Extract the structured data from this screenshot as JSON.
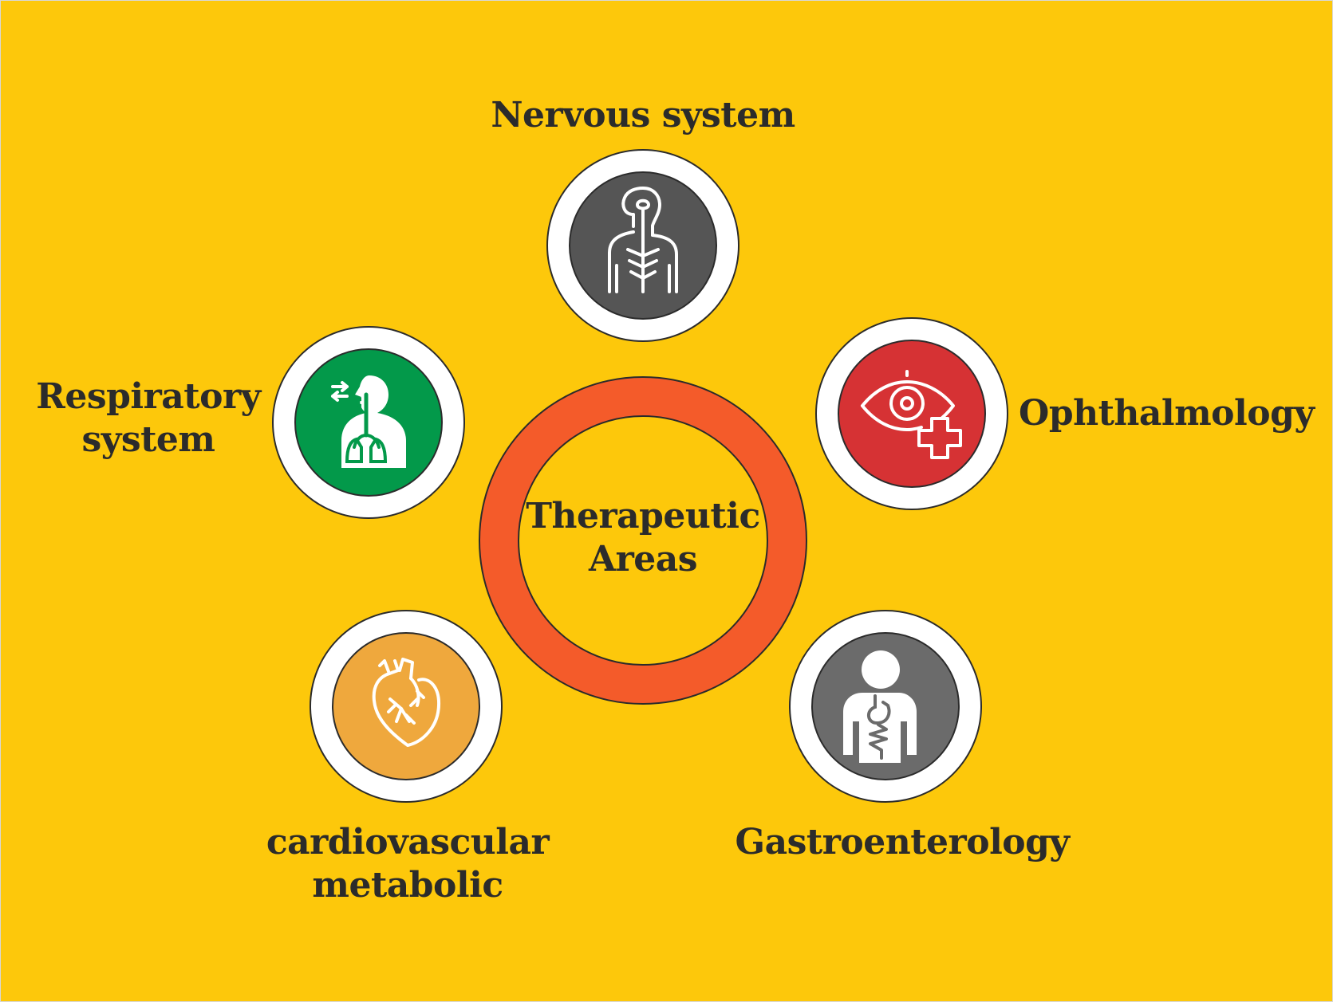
{
  "colors": {
    "background": "#FDC80B",
    "ring": "#F45B2A",
    "outline": "#2b2b2b",
    "white": "#ffffff",
    "nervous": "#555555",
    "respiratory": "#03994A",
    "ophthalmology": "#D63234",
    "cardiovascular": "#EFA83D",
    "gastro": "#6B6B6B"
  },
  "center": {
    "line1": "Therapeutic",
    "line2": "Areas"
  },
  "areas": [
    {
      "id": "nervous",
      "line1": "Nervous system",
      "line2": "",
      "icon": "nervous-system-icon"
    },
    {
      "id": "respiratory",
      "line1": "Respiratory",
      "line2": "system",
      "icon": "lungs-icon"
    },
    {
      "id": "ophthalmology",
      "line1": "Ophthalmology",
      "line2": "",
      "icon": "eye-plus-icon"
    },
    {
      "id": "cardiovascular",
      "line1": "cardiovascular",
      "line2": "metabolic",
      "icon": "heart-icon"
    },
    {
      "id": "gastro",
      "line1": "Gastroenterology",
      "line2": "",
      "icon": "stomach-icon"
    }
  ]
}
